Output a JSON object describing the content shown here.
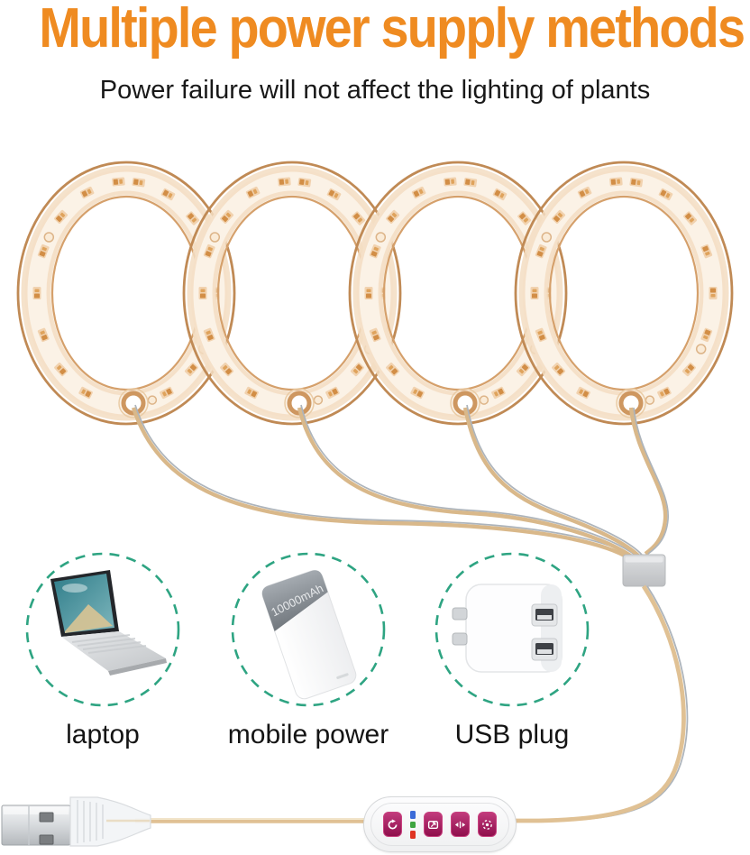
{
  "header": {
    "title": "Multiple power supply methods",
    "subtitle": "Power failure will not affect the lighting of plants"
  },
  "led_rings": {
    "count": 4
  },
  "power_options": [
    {
      "label": "laptop",
      "icon": "laptop-icon"
    },
    {
      "label": "mobile power",
      "icon": "power-bank-icon",
      "capacity_text": "10000mAh"
    },
    {
      "label": "USB plug",
      "icon": "usb-wall-plug-icon"
    }
  ],
  "controller": {
    "buttons": [
      {
        "icon": "timer-button-icon"
      },
      {
        "icon": "mode-button-icon"
      },
      {
        "icon": "dim-button-icon"
      },
      {
        "icon": "color-button-icon"
      }
    ],
    "indicator_colors": [
      "#3C6CD8",
      "#3FA540",
      "#DF3522"
    ]
  },
  "colors": {
    "title_orange": "#EF8B21",
    "circle_green": "#2EA482",
    "ring_tan": "#C8935C",
    "band_cream": "#FBF2E6",
    "chip_orange": "#D28E46",
    "wire_tan": "#D9B88A",
    "wire_gray": "#ADB4BB",
    "button_magenta": "#A8165C"
  }
}
